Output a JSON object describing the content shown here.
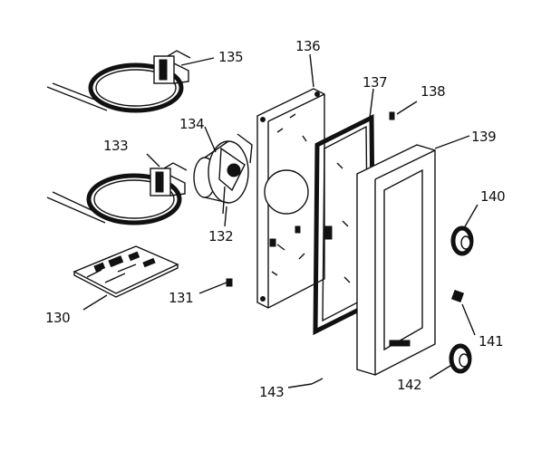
{
  "labels": {
    "p130": "130",
    "p131": "131",
    "p132": "132",
    "p133": "133",
    "p134": "134",
    "p135": "135",
    "p136": "136",
    "p137": "137",
    "p138": "138",
    "p139": "139",
    "p140": "140",
    "p141": "141",
    "p142": "142",
    "p143": "143"
  },
  "colors": {
    "ink": "#111111",
    "paper": "#ffffff"
  }
}
